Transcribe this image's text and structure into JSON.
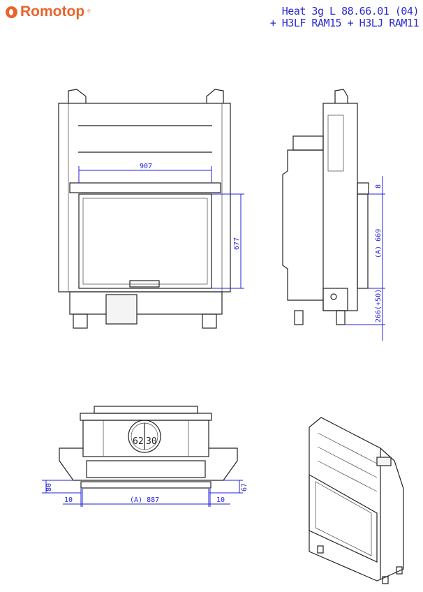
{
  "brand": {
    "name": "Romotop",
    "registered": "®"
  },
  "title": {
    "line1": "Heat 3g L 88.66.01 (04)",
    "line2": "+ H3LF RAM15 + H3LJ RAM11"
  },
  "dimensions": {
    "front_width": "907",
    "front_height": "677",
    "side_top": "8",
    "side_height": "(A) 669",
    "side_base": "266(+50)",
    "top_left_depth": "80",
    "top_right_depth": "67",
    "top_left_offset": "10",
    "top_width": "(A) 887",
    "top_right_offset": "10",
    "flue_left": "62",
    "flue_right": "30"
  },
  "colors": {
    "brand": "#e8642c",
    "dimension": "#2222dd"
  }
}
